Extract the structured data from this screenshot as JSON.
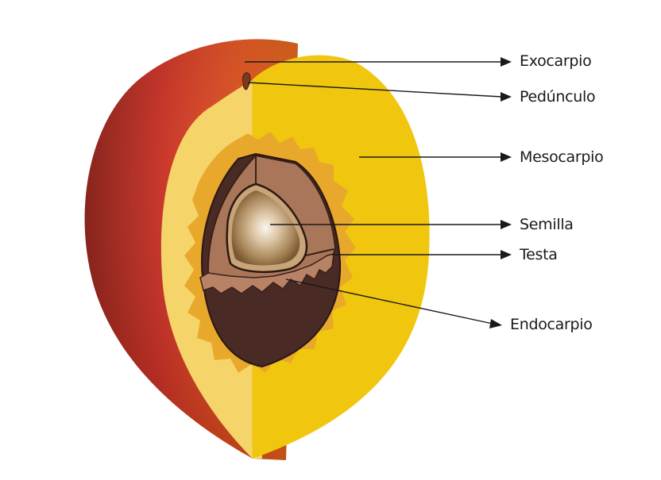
{
  "labels": {
    "exocarpio": "Exocarpio",
    "pedunculo": "Pedúnculo",
    "mesocarpio": "Mesocarpio",
    "semilla": "Semilla",
    "testa": "Testa",
    "endocarpio": "Endocarpio"
  },
  "colors": {
    "exocarp_dark": "#8b1a12",
    "exocarp_red": "#c8261a",
    "exocarp_orange": "#e8561a",
    "mesocarp_yellow": "#f2c80f",
    "mesocarp_light": "#f6d86a",
    "fiber_orange": "#e9a62a",
    "endocarp_brown": "#b07a5e",
    "endocarp_dark": "#4a2a24",
    "seed_center": "#f4ece2",
    "seed_edge": "#8a6a40"
  }
}
